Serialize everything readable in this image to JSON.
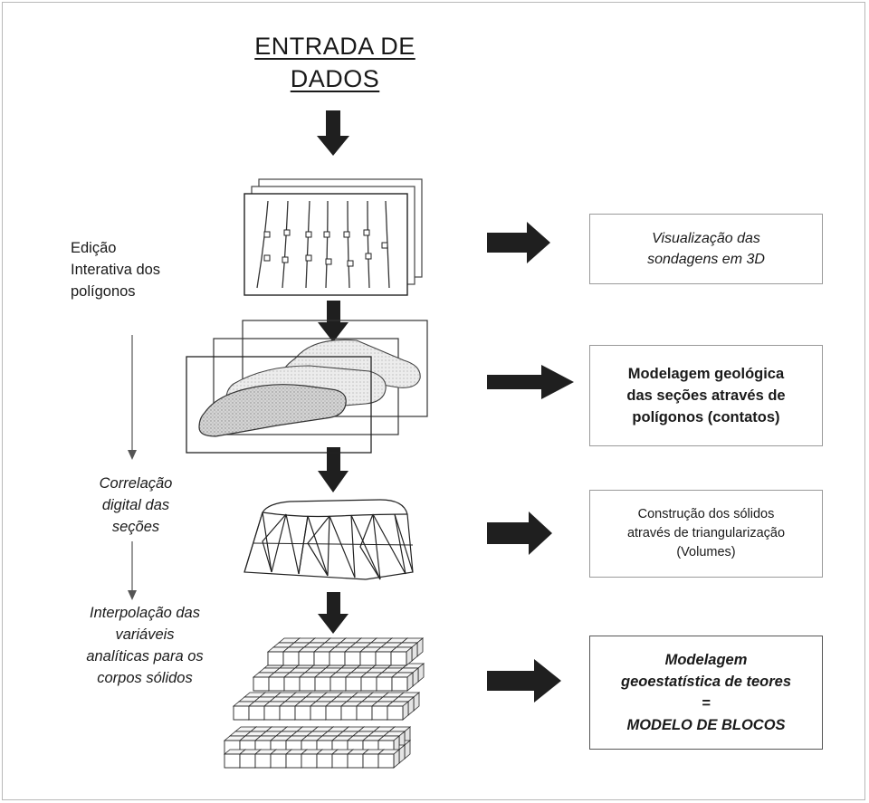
{
  "title": {
    "line1": "ENTRADA DE",
    "line2": "DADOS"
  },
  "side_labels": {
    "edicao": [
      "Edição",
      "Interativa dos",
      "polígonos"
    ],
    "correlacao": [
      "Correlação",
      "digital das",
      "seções"
    ],
    "interpolacao": [
      "Interpolação das",
      "variáveis",
      "analíticas para os",
      "corpos sólidos"
    ]
  },
  "boxes": {
    "visualizacao": [
      "Visualização das",
      "sondagens em 3D"
    ],
    "modelagem_geologica": [
      "Modelagem geológica",
      "das seções através de",
      "polígonos (contatos)"
    ],
    "construcao": [
      "Construção dos sólidos",
      "através de triangularização",
      "(Volumes)"
    ],
    "modelo_blocos": [
      "Modelagem",
      "geoestatística de teores",
      "=",
      "MODELO DE BLOCOS"
    ]
  },
  "colors": {
    "arrow": "#1f1f1f",
    "box_border": "#9a9a9a",
    "shape_fill": "#c9c9c9"
  }
}
